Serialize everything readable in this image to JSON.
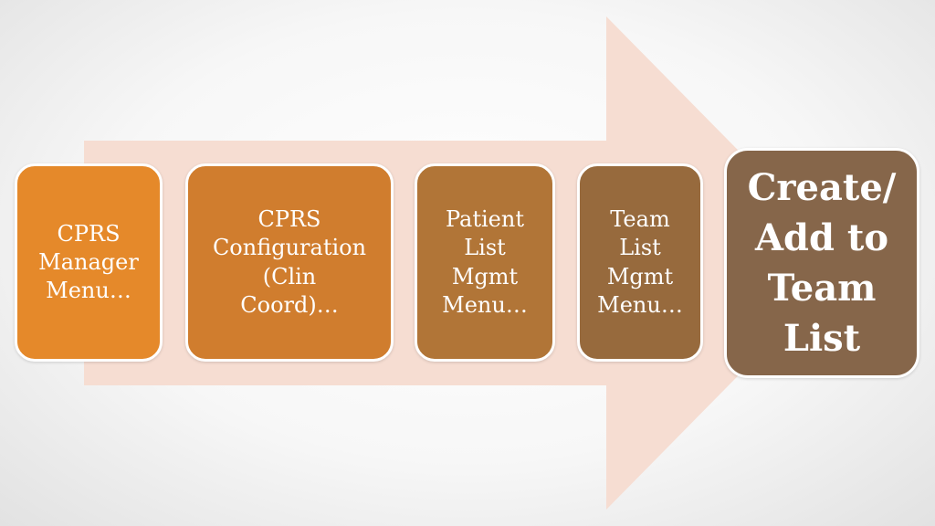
{
  "colors": {
    "arrow": "#f6ddd2",
    "step_1": "#e5892a",
    "step_2": "#d07d2e",
    "step_3": "#b17537",
    "step_4": "#976a3d",
    "step_5": "#86664a"
  },
  "steps": [
    {
      "label": "CPRS\nManager\nMenu…"
    },
    {
      "label": "CPRS\nConfiguration\n(Clin\nCoord)…"
    },
    {
      "label": "Patient\nList\nMgmt\nMenu…"
    },
    {
      "label": "Team\nList\nMgmt\nMenu…"
    },
    {
      "label": "Create/\nAdd to\nTeam\nList"
    }
  ]
}
